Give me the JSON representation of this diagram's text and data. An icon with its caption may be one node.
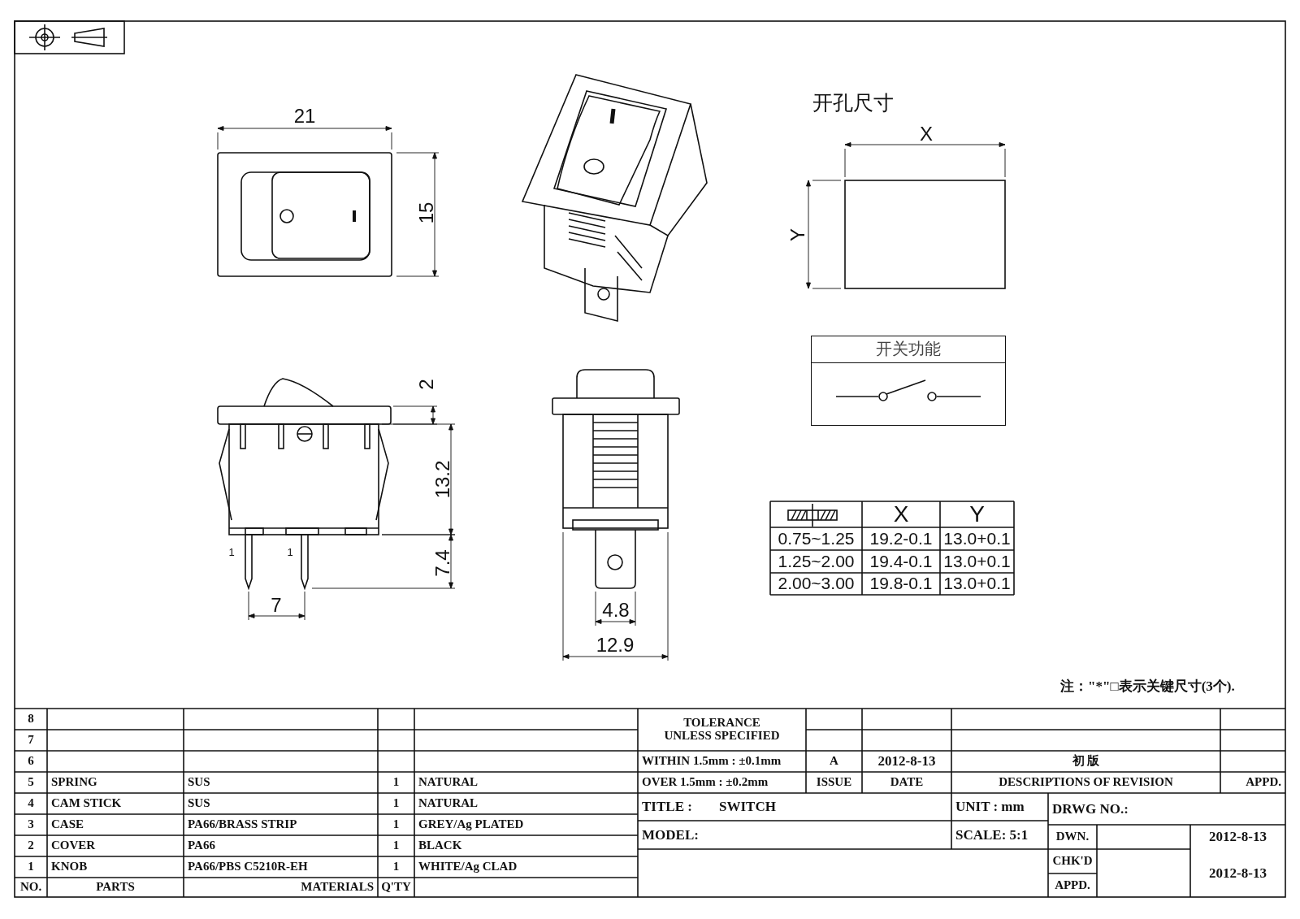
{
  "diagram": {
    "nodes": [
      {
        "text": [
          "开关功能"
        ]
      }
    ],
    "labels": [
      "21",
      "15",
      "开孔尺寸",
      "X",
      "Y",
      "2",
      "13.2",
      "7.4",
      "1",
      "1",
      "7",
      "4.8",
      "12.9",
      "X",
      "Y",
      "0.75~1.25",
      "19.2-0.1",
      "13.0+0.1",
      "1.25~2.00",
      "19.4-0.1",
      "13.0+0.1",
      "2.00~3.00",
      "19.8-0.1",
      "13.0+0.1",
      "注：\"*\"□表示关键尺寸(3个).",
      "8",
      "7",
      "6",
      "5",
      "SPRING",
      "SUS",
      "1",
      "NATURAL",
      "4",
      "CAM STICK",
      "SUS",
      "1",
      "NATURAL",
      "3",
      "CASE",
      "PA66/BRASS STRIP",
      "1",
      "GREY/Ag PLATED",
      "2",
      "COVER",
      "PA66",
      "1",
      "BLACK",
      "1",
      "KNOB",
      "PA66/PBS C5210R-EH",
      "1",
      "WHITE/Ag CLAD",
      "NO.",
      "PARTS",
      "MATERIALS",
      "Q'TY",
      "TOLERANCE UNLESS SPECIFIED",
      "WITHIN 1.5mm : ±0.1mm",
      "A",
      "2012-8-13",
      "初 版",
      "OVER 1.5mm : ±0.2mm",
      "ISSUE",
      "DATE",
      "DESCRIPTIONS OF REVISION",
      "APPD.",
      "TITLE :",
      "SWITCH",
      "UNIT : mm",
      "DRWG NO.:",
      "MODEL:",
      "SCALE: 5:1",
      "DWN.",
      "2012-8-13",
      "CHK'D",
      "2012-8-13",
      "APPD."
    ]
  }
}
